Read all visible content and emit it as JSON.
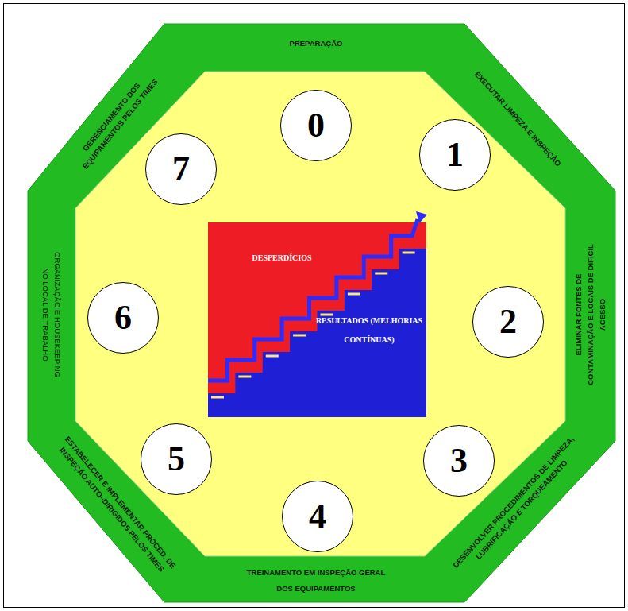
{
  "diagram": {
    "nodes": [
      {
        "text": [
          "PREPARAÇÃO",
          "EXECUTAR LIMPEZA E INSPEÇÃO",
          "ELIMINAR FONTES DE CONTAMINAÇÃO E LOCAIS DE DIFICIL ACESSO",
          "DESENVOLVER PROCEDIMENTOS DE LIMPEZA, LUBRIFICAÇÃO E TORQUEAMENTO",
          "TREINAMENTO EM INSPEÇÃO GERAL DOS EQUIPAMENTOS",
          "ESTABELECER E IMPLEMENTAR PROCED. DE INSPEÇÃO AUTO–DIRIGIDOS PELOS TIMES",
          "ORGANIZAÇÃO E HOUSEKEEPING NO LOCAL DE TRABALHO",
          "GERENCIAMENTO DOS EQUIPAMENTOS PELOS TIMES"
        ]
      },
      {
        "text": [
          "0"
        ],
        "in": 0
      },
      {
        "text": [
          "1"
        ],
        "in": 0
      },
      {
        "text": [
          "2"
        ],
        "in": 0
      },
      {
        "text": [
          "3"
        ],
        "in": 0
      },
      {
        "text": [
          "4"
        ],
        "in": 0
      },
      {
        "text": [
          "5"
        ],
        "in": 0
      },
      {
        "text": [
          "6"
        ],
        "in": 0
      },
      {
        "text": [
          "7"
        ],
        "in": 0
      },
      {
        "text": [
          "DESPERDÍCIOS",
          "RESULTADOS (MELHORIAS CONTÍNUAS)"
        ],
        "in": 0
      }
    ]
  }
}
